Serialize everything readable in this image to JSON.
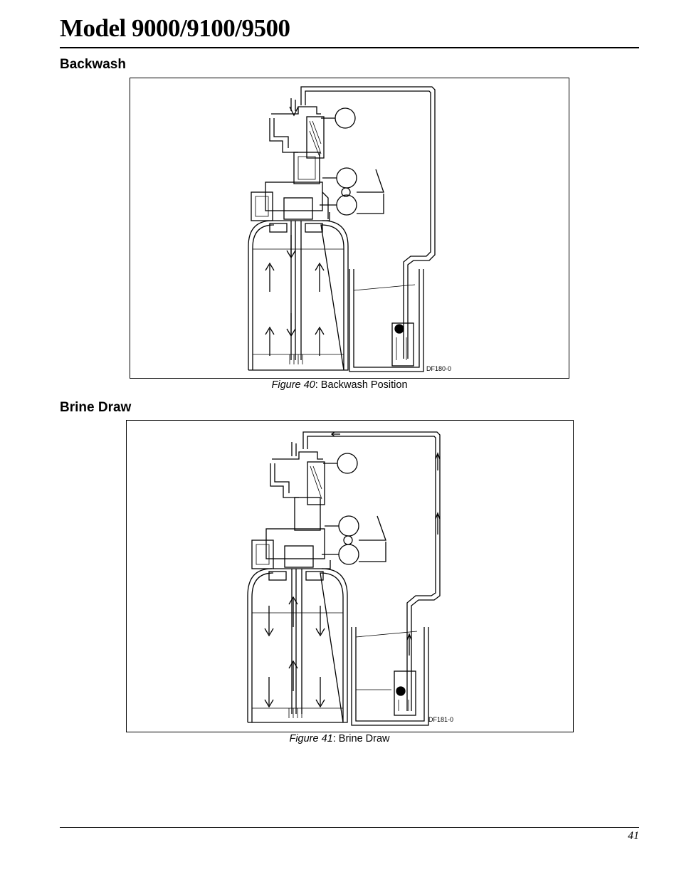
{
  "header": {
    "title": "Model 9000/9100/9500"
  },
  "sections": [
    {
      "heading": "Backwash",
      "diagram_id": "DF180-0",
      "figure_label": "Figure 40",
      "caption_text": ": Backwash Position"
    },
    {
      "heading": "Brine Draw",
      "diagram_id": "DF181-0",
      "figure_label": "Figure 41",
      "caption_text": ": Brine Draw"
    }
  ],
  "footer": {
    "page_number": "41"
  }
}
